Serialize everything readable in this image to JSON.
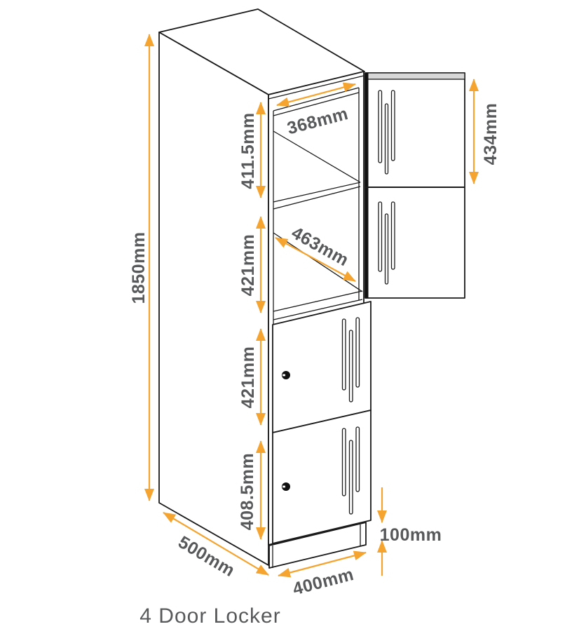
{
  "title": "4 Door Locker",
  "colors": {
    "dimension_accent": "#F5A42F",
    "label_text": "#58595B",
    "drawing_line": "#1A1A1A",
    "panel_top_strip": "#D8D8D8"
  },
  "dimensions": {
    "overall_height": "1850mm",
    "opening_width": "368mm",
    "top_opening_height": "411.5mm",
    "detached_doors_height": "434mm",
    "internal_diagonal": "463mm",
    "middle_opening_height": "421mm",
    "third_door_height": "421mm",
    "bottom_door_height": "408.5mm",
    "plinth_height": "100mm",
    "depth": "500mm",
    "width": "400mm"
  }
}
